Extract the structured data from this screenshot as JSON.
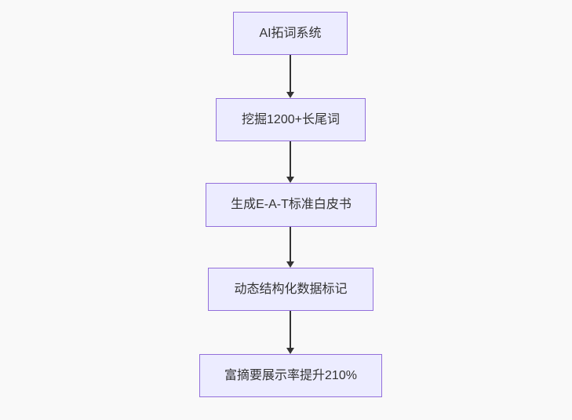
{
  "diagram": {
    "type": "flowchart",
    "direction": "top-down",
    "nodes": [
      {
        "id": "n1",
        "label": "AI拓词系统"
      },
      {
        "id": "n2",
        "label": "挖掘1200+长尾词"
      },
      {
        "id": "n3",
        "label": "生成E-A-T标准白皮书"
      },
      {
        "id": "n4",
        "label": "动态结构化数据标记"
      },
      {
        "id": "n5",
        "label": "富摘要展示率提升210%"
      }
    ],
    "edges": [
      {
        "from": "n1",
        "to": "n2"
      },
      {
        "from": "n2",
        "to": "n3"
      },
      {
        "from": "n3",
        "to": "n4"
      },
      {
        "from": "n4",
        "to": "n5"
      }
    ],
    "colors": {
      "node_fill": "#ECECFF",
      "node_border": "#9370DB",
      "arrow": "#333333",
      "text": "#333333",
      "background": "#F9F9F9"
    }
  }
}
